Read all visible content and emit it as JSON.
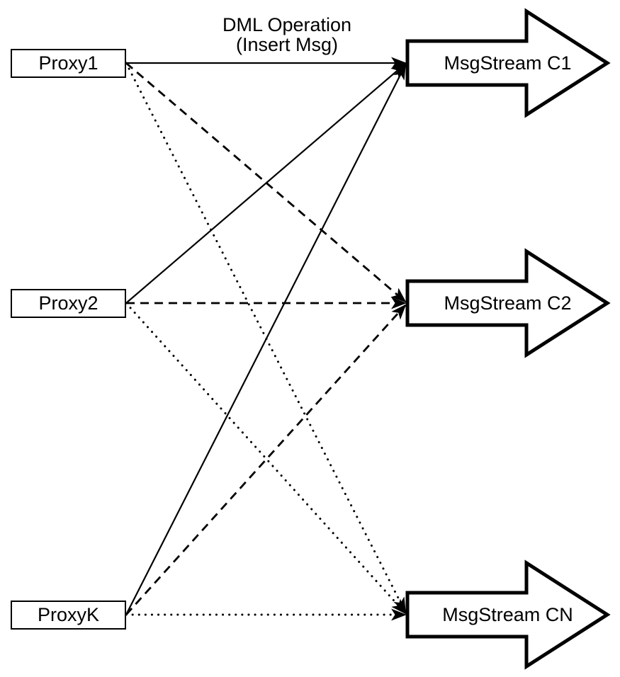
{
  "diagram": {
    "background_color": "#ffffff",
    "stroke_color": "#000000",
    "title": {
      "line1": "DML Operation",
      "line2": "(Insert Msg)"
    },
    "proxies": [
      {
        "label": "Proxy1"
      },
      {
        "label": "Proxy2"
      },
      {
        "label": "ProxyK"
      }
    ],
    "streams": [
      {
        "label": "MsgStream C1"
      },
      {
        "label": "MsgStream C2"
      },
      {
        "label": "MsgStream CN"
      }
    ],
    "edges": [
      {
        "from": "Proxy1",
        "to": "MsgStream C1",
        "style": "solid"
      },
      {
        "from": "Proxy2",
        "to": "MsgStream C1",
        "style": "solid"
      },
      {
        "from": "ProxyK",
        "to": "MsgStream C1",
        "style": "solid"
      },
      {
        "from": "Proxy1",
        "to": "MsgStream C2",
        "style": "dashed"
      },
      {
        "from": "Proxy2",
        "to": "MsgStream C2",
        "style": "dashed"
      },
      {
        "from": "ProxyK",
        "to": "MsgStream C2",
        "style": "dashed"
      },
      {
        "from": "Proxy1",
        "to": "MsgStream CN",
        "style": "dotted"
      },
      {
        "from": "Proxy2",
        "to": "MsgStream CN",
        "style": "dotted"
      },
      {
        "from": "ProxyK",
        "to": "MsgStream CN",
        "style": "dotted"
      }
    ]
  }
}
